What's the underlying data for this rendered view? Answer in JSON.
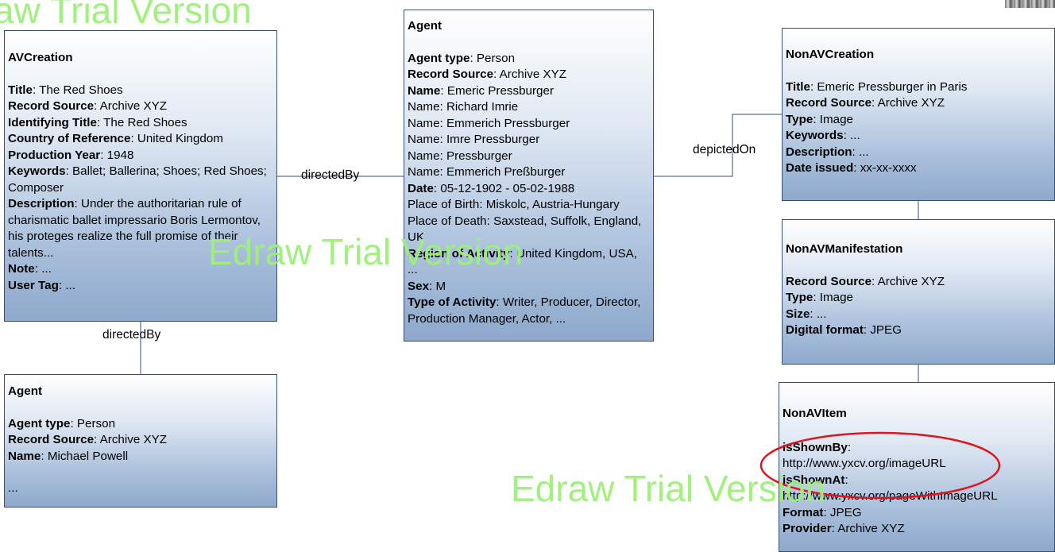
{
  "watermark_text": "Edraw Trial Version",
  "watermark_top_fragment": "aw Trial Version",
  "edges": {
    "directed_by_1": "directedBy",
    "directed_by_2": "directedBy",
    "depicted_on": "depictedOn"
  },
  "avcreation": {
    "title": "AVCreation",
    "rows": [
      {
        "k": "Title",
        "v": ": The Red Shoes"
      },
      {
        "k": "Record Source",
        "v": ": Archive XYZ"
      },
      {
        "k": "Identifying Title",
        "v": ": The Red Shoes"
      },
      {
        "k": "Country of Reference",
        "v": ": United Kingdom"
      },
      {
        "k": "Production Year",
        "v": ": 1948"
      }
    ],
    "keywords_k": "Keywords",
    "keywords_v": ": Ballet; Ballerina; Shoes; Red Shoes; Composer",
    "description_k": "Description",
    "description_v": ": Under the authoritarian rule of charismatic ballet impressario Boris Lermontov, his proteges realize the full promise of their talents...",
    "note_k": "Note",
    "note_v": ": ...",
    "usertag_k": "User Tag",
    "usertag_v": ": ..."
  },
  "agent_main": {
    "title": "Agent",
    "agent_type_k": "Agent type",
    "agent_type_v": ": Person",
    "record_source_k": "Record Source",
    "record_source_v": ": Archive XYZ",
    "name_k": "Name",
    "name_v": ": Emeric Pressburger",
    "names": [
      "Name: Richard Imrie",
      "Name: Emmerich Pressburger",
      "Name: Imre Pressburger",
      "Name: Pressburger",
      "Name: Emmerich Preßburger"
    ],
    "date_k": "Date",
    "date_v": ": 05-12-1902 - 05-02-1988",
    "place_of_birth": "Place of Birth: Miskolc, Austria-Hungary",
    "place_of_death": "Place of Death: Saxstead, Suffolk, England, UK",
    "region_k": "Region of Activity",
    "region_v": ": United Kingdom, USA, ...",
    "sex_k": "Sex",
    "sex_v": ": M",
    "activity_k": "Type of Activity",
    "activity_v": ": Writer, Producer, Director, Production Manager, Actor, ..."
  },
  "agent_powell": {
    "title": "Agent",
    "agent_type_k": "Agent type",
    "agent_type_v": ": Person",
    "record_source_k": "Record Source",
    "record_source_v": ": Archive XYZ",
    "name_k": "Name",
    "name_v": ": Michael Powell",
    "ellipsis": "..."
  },
  "nonavcreation": {
    "title": "NonAVCreation",
    "title_k": "Title",
    "title_v": ": Emeric Pressburger in Paris",
    "record_source_k": "Record Source",
    "record_source_v": ": Archive XYZ",
    "type_k": "Type",
    "type_v": ": Image",
    "keywords_k": "Keywords",
    "keywords_v": ": ...",
    "description_k": "Description",
    "description_v": ": ...",
    "date_issued_k": "Date issued",
    "date_issued_v": ": xx-xx-xxxx"
  },
  "nonavmanifestation": {
    "title": "NonAVManifestation",
    "record_source_k": "Record Source",
    "record_source_v": ": Archive XYZ",
    "type_k": "Type",
    "type_v": ": Image",
    "size_k": "Size",
    "size_v": ": ...",
    "format_k": "Digital format",
    "format_v": ": JPEG"
  },
  "nonavitem": {
    "title": "NonAVItem",
    "is_shown_by_k": "isShownBy",
    "is_shown_by_colon": ":",
    "is_shown_by_v": "http://www.yxcv.org/imageURL",
    "is_shown_at_k": "isShownAt",
    "is_shown_at_colon": ":",
    "is_shown_at_v": "http://www.yxcv.org/pageWithImageURL",
    "format_k": "Format",
    "format_v": ": JPEG",
    "provider_k": "Provider",
    "provider_v": ": Archive XYZ"
  },
  "colors": {
    "highlight_ellipse": "#e0141e",
    "watermark": "#9ef07a",
    "box_border": "#3a4f6e"
  }
}
